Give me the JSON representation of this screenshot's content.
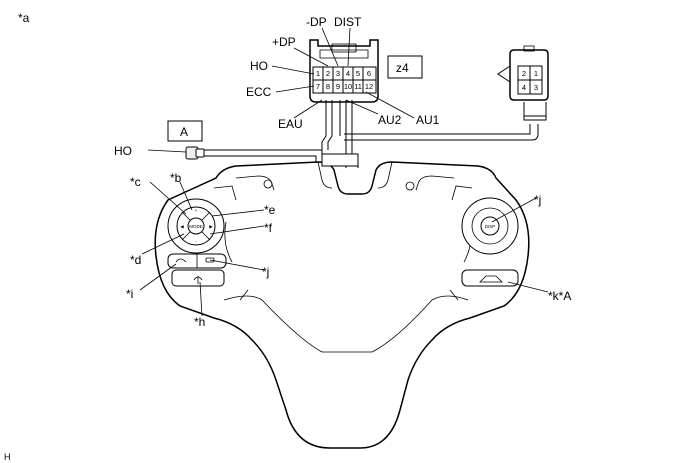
{
  "labels": {
    "a": "*a",
    "dp_minus": "-DP",
    "dist": "DIST",
    "dp_plus": "+DP",
    "ho_top": "HO",
    "ecc": "ECC",
    "eau": "EAU",
    "au2": "AU2",
    "au1": "AU1",
    "z4": "z4",
    "box_a": "A",
    "ho_left": "HO",
    "c": "*c",
    "b": "*b",
    "e": "*e",
    "f": "*f",
    "d": "*d",
    "j_right": "*j",
    "j_left": "*j",
    "i": "*i",
    "h": "*h",
    "kA": "*k*A",
    "H": "H"
  },
  "connector_z4": {
    "row1": [
      "1",
      "2",
      "3",
      "4",
      "5",
      "6"
    ],
    "row2": [
      "7",
      "8",
      "9",
      "10",
      "11",
      "12"
    ]
  },
  "connector_small": {
    "row1": [
      "2",
      "1"
    ],
    "row2": [
      "4",
      "3"
    ]
  },
  "button_text": {
    "mode": "MODE",
    "disp": "DISP"
  }
}
